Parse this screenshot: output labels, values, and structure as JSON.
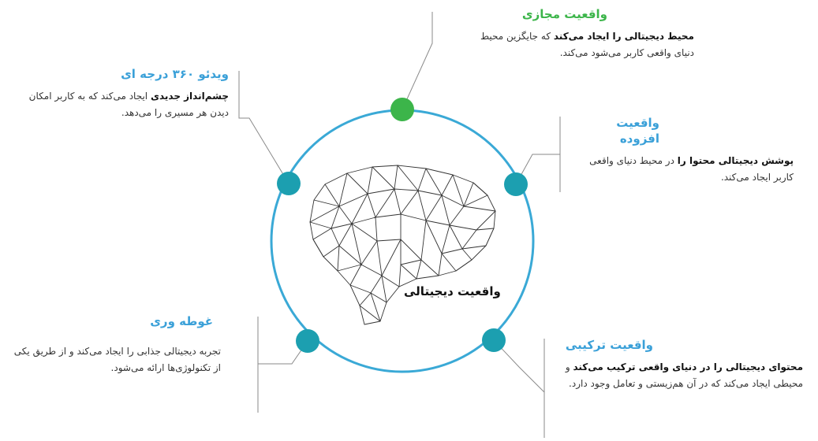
{
  "colors": {
    "ring": "#3aa9d6",
    "node_teal": "#1c9fb0",
    "node_green": "#3cb54a",
    "title_blue": "#3aa0d8",
    "title_green": "#3cb54a",
    "connector": "#8a8a8a",
    "brain_line": "#333333"
  },
  "center_label": "واقعیت دیجیتالی",
  "items": {
    "virtual": {
      "title": "واقعیت مجازی",
      "bold": "محیط دیجیتالی را ایجاد می‌کند",
      "rest": " که جایگزین محیط دنیای واقعی کاربر می‌شود می‌کند."
    },
    "video360": {
      "title": "ویدئو ۳۶۰ درجه ای",
      "bold": "چشم‌انداز جدیدی",
      "rest": " ایجاد می‌کند که به کاربر امکان دیدن هر مسیری را می‌دهد."
    },
    "augmented": {
      "title": "واقعیت افزوده",
      "bold": "پوشش دیجیتالی محتوا را",
      "rest": " در محیط دنیای واقعی کاربر ایجاد می‌کند."
    },
    "immersion": {
      "title": "غوطه وری",
      "bold": "",
      "rest": "تجربه دیجیتالی جذابی را ایجاد می‌کند و از طریق یکی از تکنولوژی‌ها ارائه می‌شود."
    },
    "mixed": {
      "title": "واقعیت ترکیبی",
      "bold": "محتوای دیجیتالی را در دنیای واقعی ترکیب می‌کند",
      "rest": " و محیطی ایجاد می‌کند که در آن هم‌زیستی و تعامل وجود دارد."
    }
  }
}
